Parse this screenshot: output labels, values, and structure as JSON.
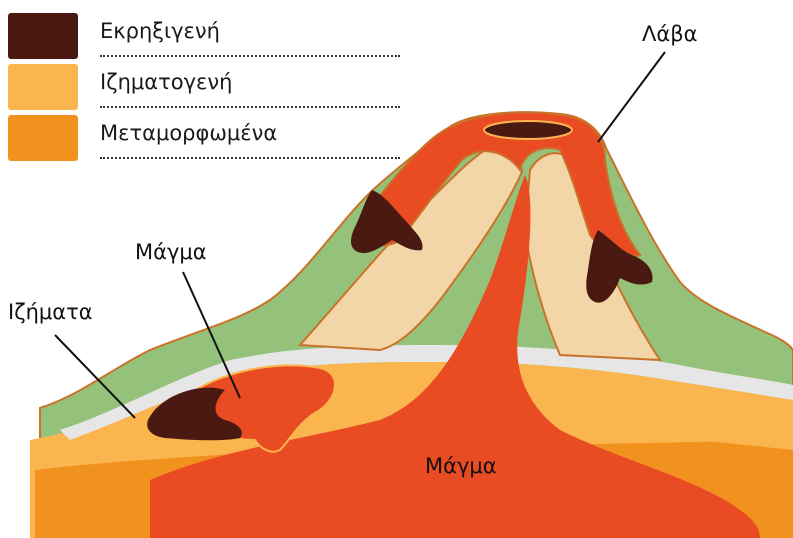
{
  "legend": {
    "items": [
      {
        "label": "Εκρηξιγενή",
        "color": "#4a1a12"
      },
      {
        "label": "Ιζηματογενή",
        "color": "#fbb54e"
      },
      {
        "label": "Μεταμορφωμένα",
        "color": "#f2921e"
      }
    ]
  },
  "callouts": {
    "lava": "Λάβα",
    "magma_upper": "Μάγμα",
    "sediments": "Ιζήματα",
    "magma_main": "Μάγμα"
  },
  "colors": {
    "magma": "#e94b22",
    "igneous": "#4a1a12",
    "sedimentary": "#fbb54e",
    "metamorphic": "#f2921e",
    "vegetation": "#94c27a",
    "cone_inner": "#f2d6a8",
    "sediment_band": "#e6e6e6",
    "outline": "#c9732a"
  }
}
